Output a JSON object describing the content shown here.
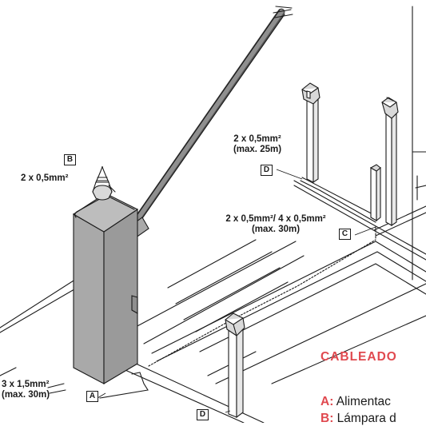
{
  "labels": {
    "lamp_cable": "2 x 0,5mm²",
    "photo_cable": "2 x 0,5mm²",
    "photo_max": "(max. 25m)",
    "col_cable": "2 x 0,5mm²/ 4 x 0,5mm²",
    "col_max": "(max. 30m)",
    "power_cable": "3 x 1,5mm²",
    "power_max": "(max. 30m)"
  },
  "markers": {
    "a": "A",
    "b": "B",
    "c": "C",
    "d": "D",
    "d2": "D"
  },
  "legend": {
    "title": "CABLEADO",
    "items": [
      {
        "key": "A:",
        "text": " Alimentac"
      },
      {
        "key": "B:",
        "text": " Lámpara d"
      }
    ]
  },
  "colors": {
    "accent": "#e0494f",
    "line": "#1a1a1a",
    "cabinet": "#a9a9a9"
  }
}
